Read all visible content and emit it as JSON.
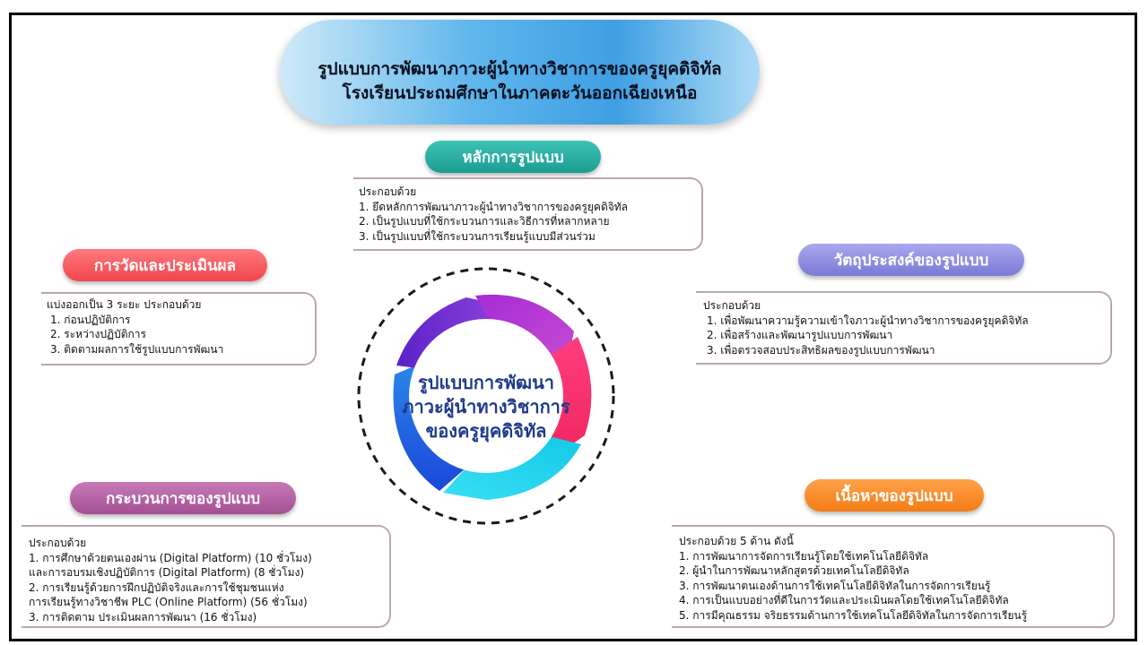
{
  "title": {
    "line1": "รูปแบบการพัฒนาภาวะผู้นำทางวิชาการของครูยุคดิจิทัล",
    "line2": "โรงเรียนประถมศึกษาในภาคตะวันออกเฉียงเหนือ"
  },
  "center": {
    "line1": "รูปแบบการพัฒนา",
    "line2": "ภาวะผู้นำทางวิชาการ",
    "line3": "ของครูยุคดิจิทัล"
  },
  "principles": {
    "label": "หลักการรูปแบบ",
    "lines": [
      "ประกอบด้วย",
      "1. ยึดหลักการพัฒนาภาวะผู้นำทางวิชาการของครูยุคดิจิทัล",
      "2. เป็นรูปแบบที่ใช้กระบวนการและวิธีการที่หลากหลาย",
      "3. เป็นรูปแบบที่ใช้กระบวนการเรียนรู้แบบมีส่วนร่วม"
    ]
  },
  "evaluation": {
    "label": "การวัดและประเมินผล",
    "lines": [
      "แบ่งออกเป็น 3 ระยะ ประกอบด้วย",
      "1. ก่อนปฏิบัติการ",
      "2. ระหว่างปฏิบัติการ",
      "3. ติดตามผลการใช้รูปแบบการพัฒนา"
    ]
  },
  "objectives": {
    "label": "วัตถุประสงค์ของรูปแบบ",
    "lines": [
      "ประกอบด้วย",
      "1. เพื่อพัฒนาความรู้ความเข้าใจภาวะผู้นำทางวิชาการของครูยุคดิจิทัล",
      "2. เพื่อสร้างและพัฒนารูปแบบการพัฒนา",
      "3. เพื่อตรวจสอบประสิทธิผลของรูปแบบการพัฒนา"
    ]
  },
  "process": {
    "label": "กระบวนการของรูปแบบ",
    "lines": [
      "ประกอบด้วย",
      "1. การศึกษาด้วยตนเองผ่าน (Digital Platform) (10 ชั่วโมง)",
      "และการอบรมเชิงปฏิบัติการ (Digital Platform) (8 ชั่วโมง)",
      "2. การเรียนรู้ด้วยการฝึกปฏิบัติจริงและการใช้ชุมชนแห่ง",
      "การเรียนรู้ทางวิชาชีพ PLC (Online Platform) (56 ชั่วโมง)",
      "3. การติดตาม ประเมินผลการพัฒนา (16 ชั่วโมง)"
    ]
  },
  "content": {
    "label": "เนื้อหาของรูปแบบ",
    "lines": [
      "ประกอบด้วย 5 ด้าน ดังนี้",
      "1. การพัฒนาการจัดการเรียนรู้โดยใช้เทคโนโลยีดิจิทัล",
      "2. ผู้นำในการพัฒนาหลักสูตรด้วยเทคโนโลยีดิจิทัล",
      "3. การพัฒนาตนเองด้านการใช้เทคโนโลยีดิจิทัลในการจัดการเรียนรู้",
      "4. การเป็นแบบอย่างที่ดีในการวัดและประเมินผลโดยใช้เทคโนโลยีดิจิทัล",
      "5. การมีคุณธรรม จริยธรรมด้านการใช้เทคโนโลยีดิจิทัลในการจัดการเรียนรู้"
    ]
  },
  "colors": {
    "principles": "#1b9c92",
    "evaluation": "#f0454b",
    "objectives": "#7a79d6",
    "process": "#a24f93",
    "content": "#f37c16",
    "center_text": "#1e3a8a"
  }
}
